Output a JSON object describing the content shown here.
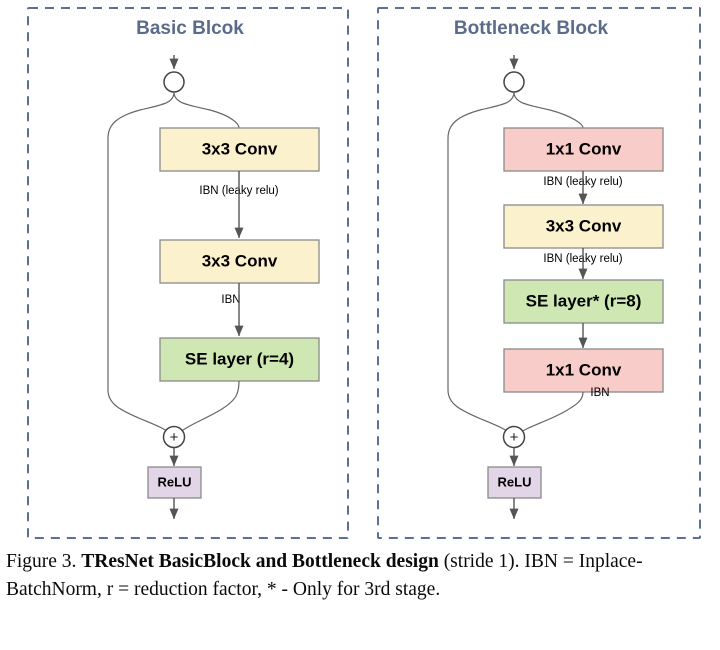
{
  "figure": {
    "caption_prefix": "Figure 3. ",
    "caption_bold": "TResNet BasicBlock and Bottleneck design",
    "caption_rest": " (stride 1). IBN = Inplace-BatchNorm, r = reduction factor, * - Only for 3rd stage."
  },
  "colors": {
    "panel_border": "#5B7093",
    "title": "#5B6C8A",
    "yellow": "#FCF1CD",
    "green": "#CFE8B3",
    "red": "#F8CCC9",
    "purple": "#E1D5E7",
    "box_stroke": "#8a8a8a",
    "line": "#555555"
  },
  "panels": [
    {
      "id": "basic-block",
      "title": "Basic Blcok",
      "nodes": [
        {
          "label": "3x3 Conv",
          "color": "yellow"
        },
        {
          "label": "3x3 Conv",
          "color": "yellow"
        },
        {
          "label": "SE layer (r=4)",
          "color": "green"
        },
        {
          "label": "ReLU",
          "color": "purple"
        }
      ],
      "edge_labels": [
        "IBN (leaky relu)",
        "IBN"
      ],
      "junction_symbol": "+"
    },
    {
      "id": "bottleneck-block",
      "title": "Bottleneck Block",
      "nodes": [
        {
          "label": "1x1 Conv",
          "color": "red"
        },
        {
          "label": "3x3 Conv",
          "color": "yellow"
        },
        {
          "label": "SE layer* (r=8)",
          "color": "green"
        },
        {
          "label": "1x1 Conv",
          "color": "red"
        },
        {
          "label": "ReLU",
          "color": "purple"
        }
      ],
      "edge_labels": [
        "IBN (leaky relu)",
        "IBN (leaky relu)",
        "IBN"
      ],
      "junction_symbol": "+"
    }
  ]
}
